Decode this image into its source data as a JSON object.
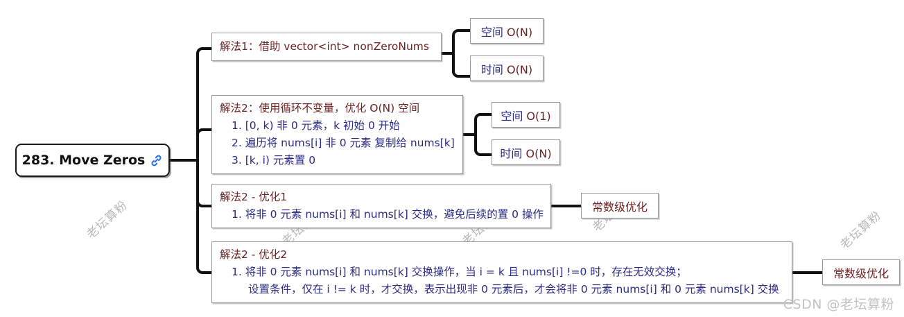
{
  "diagram": {
    "type": "mind-map",
    "root": {
      "label": "283. Move Zeros",
      "icon": "link-icon"
    },
    "branches": [
      {
        "id": "solution-1",
        "lines": [
          {
            "text": "解法1：借助 vector<int> nonZeroNums",
            "style": "title"
          }
        ],
        "children": [
          {
            "id": "space-on",
            "prefix": "空间 ",
            "complexity": "O(N)"
          },
          {
            "id": "time-on",
            "prefix": "时间 ",
            "complexity": "O(N)"
          }
        ]
      },
      {
        "id": "solution-2",
        "lines": [
          {
            "text": "解法2：使用循环不变量，优化 O(N) 空间",
            "style": "title"
          },
          {
            "text": "1. [0, k) 非 0 元素，k 初始 0 开始",
            "style": "indent"
          },
          {
            "text": "2. 遍历将 nums[i] 非 0 元素 复制给 nums[k]",
            "style": "indent"
          },
          {
            "text": "3. [k, i) 元素置 0",
            "style": "indent"
          }
        ],
        "children": [
          {
            "id": "space-o1",
            "prefix": "空间 ",
            "complexity": "O(1)"
          },
          {
            "id": "time-on-2",
            "prefix": "时间 ",
            "complexity": "O(N)"
          }
        ]
      },
      {
        "id": "solution-2-opt-1",
        "lines": [
          {
            "text": "解法2 - 优化1",
            "style": "title"
          },
          {
            "text": "1. 将非 0 元素 nums[i] 和 nums[k] 交换，避免后续的置 0 操作",
            "style": "indent"
          }
        ],
        "children": [
          {
            "id": "const-opt-1",
            "prefix": "",
            "complexity": "常数级优化"
          }
        ]
      },
      {
        "id": "solution-2-opt-2",
        "lines": [
          {
            "text": "解法2 - 优化2",
            "style": "title"
          },
          {
            "text": "1. 将非 0 元素 nums[i] 和 nums[k] 交换操作，当 i = k 且 nums[i] !=0 时，存在无效交换；",
            "style": "indent"
          },
          {
            "text": "设置条件，仅在 i != k 时，才交换，表示出现非 0 元素后，才会将非 0 元素 nums[i] 和 0 元素 nums[k] 交换",
            "style": "indent2"
          }
        ],
        "children": [
          {
            "id": "const-opt-2",
            "prefix": "",
            "complexity": "常数级优化"
          }
        ]
      }
    ]
  },
  "watermark": {
    "corner": "CSDN @老坛算粉",
    "diagonal": "老坛算粉"
  },
  "colors": {
    "title_text": "#6b2222",
    "body_text": "#2b2b86",
    "root_border": "#1a1a1a",
    "node_border": "#9a9a9a",
    "connector": "#111111",
    "watermark": "#b9b9b9",
    "link_icon": "#2a6ff0"
  }
}
